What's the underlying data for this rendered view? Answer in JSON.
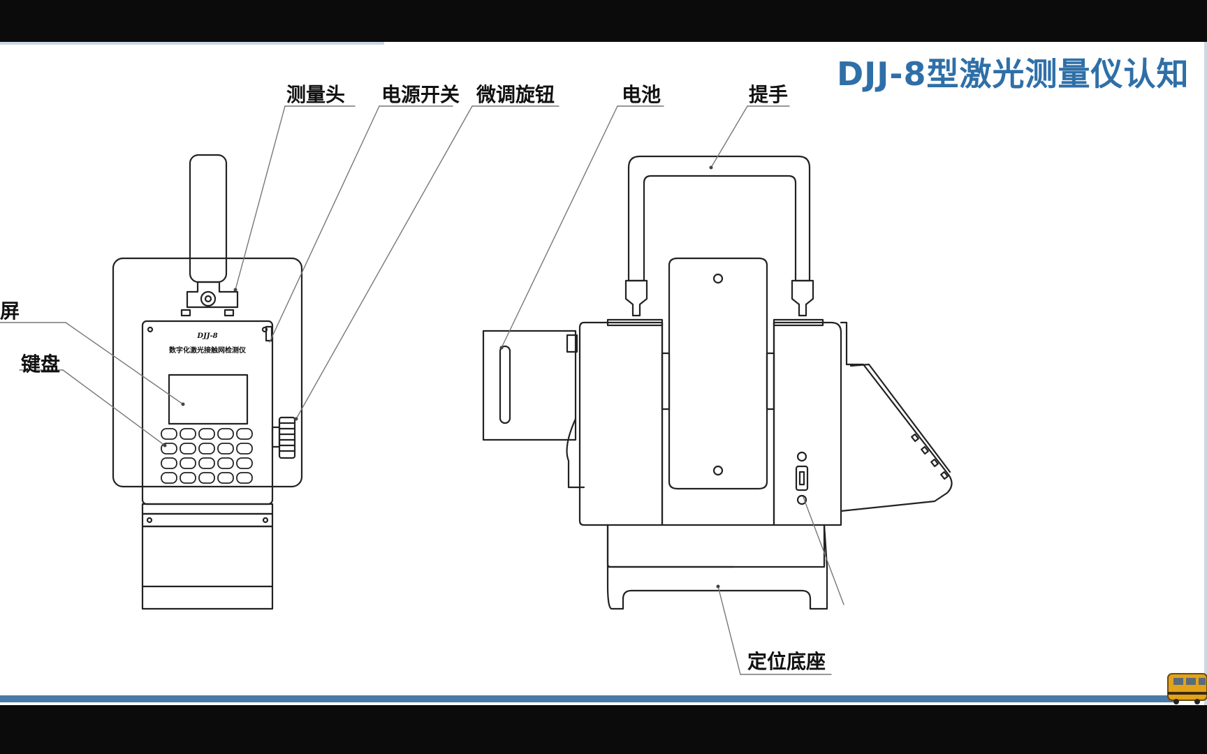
{
  "title": "DJJ-8型激光测量仪认知",
  "labels": {
    "measuring_head": "测量头",
    "power_switch": "电源开关",
    "fine_knob": "微调旋钮",
    "battery": "电池",
    "handle": "提手",
    "screen": "示屏",
    "keypad": "键盘",
    "base": "定位底座"
  },
  "device_text": {
    "model": "DJJ-8",
    "name": "数字化激光接触网检测仪"
  },
  "colors": {
    "title": "#2f6fa8",
    "footer_bar": "#4a7aa8",
    "line": "#222222"
  }
}
